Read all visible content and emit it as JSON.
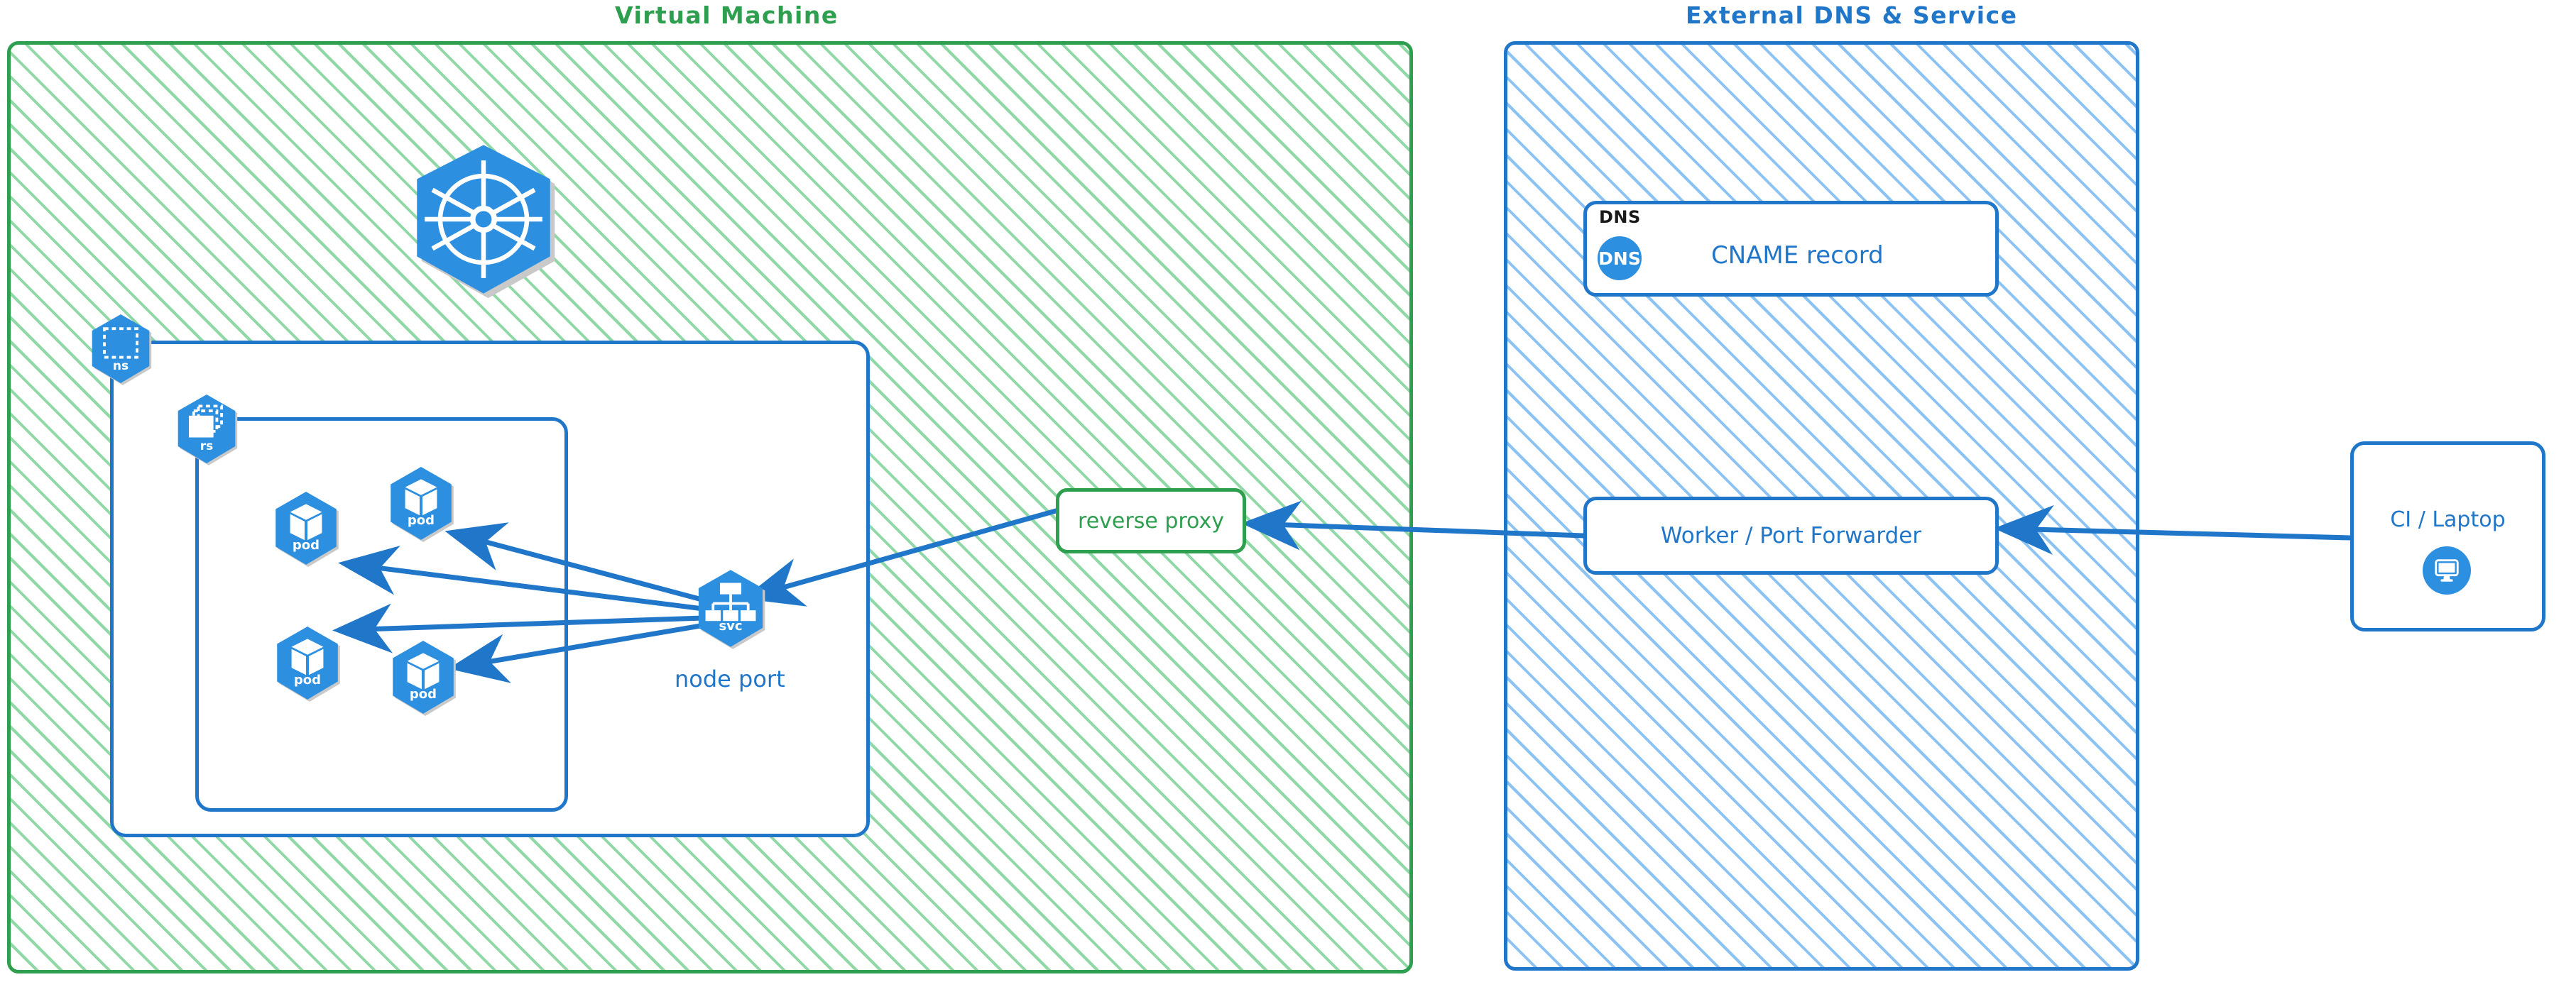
{
  "diagram": {
    "title_left": "Virtual Machine",
    "title_right": "External DNS & Service",
    "colors": {
      "green": "#2e9e4f",
      "green_hatch": "#7cd196",
      "blue": "#2077c9",
      "blue_hatch": "#86c0f2",
      "k8s_blue": "#2d8fe0",
      "black": "#1a1a1a",
      "white": "#ffffff"
    }
  },
  "vm_panel": {
    "title": "Virtual Machine",
    "kubernetes_logo": {
      "name": "kubernetes-helm-wheel"
    },
    "namespace_badge": {
      "label": "ns",
      "icon": "dashed-square-icon"
    },
    "replicaset_badge": {
      "label": "rs",
      "icon": "stacked-dashed-squares-icon"
    },
    "pods": [
      {
        "label": "pod",
        "icon": "cube-icon"
      },
      {
        "label": "pod",
        "icon": "cube-icon"
      },
      {
        "label": "pod",
        "icon": "cube-icon"
      },
      {
        "label": "pod",
        "icon": "cube-icon"
      }
    ],
    "service": {
      "label": "svc",
      "icon": "hierarchy-tree-icon",
      "caption": "node port"
    },
    "reverse_proxy": {
      "label": "reverse proxy"
    }
  },
  "external_panel": {
    "title": "External DNS & Service",
    "dns_card": {
      "kicker": "DNS",
      "badge": "DNS",
      "label": "CNAME record"
    },
    "worker_card": {
      "label": "Worker / Port Forwarder"
    }
  },
  "client": {
    "label": "CI / Laptop",
    "icon": "desktop-monitor-icon"
  },
  "edges": [
    {
      "from": "svc",
      "to": "pod-1",
      "arrow": "to"
    },
    {
      "from": "svc",
      "to": "pod-2",
      "arrow": "to"
    },
    {
      "from": "svc",
      "to": "pod-3",
      "arrow": "to"
    },
    {
      "from": "svc",
      "to": "pod-4",
      "arrow": "to"
    },
    {
      "from": "reverse-proxy",
      "to": "svc",
      "arrow": "to"
    },
    {
      "from": "worker-port-forwarder",
      "to": "reverse-proxy",
      "arrow": "to"
    },
    {
      "from": "ci-laptop",
      "to": "worker-port-forwarder",
      "arrow": "to"
    }
  ]
}
